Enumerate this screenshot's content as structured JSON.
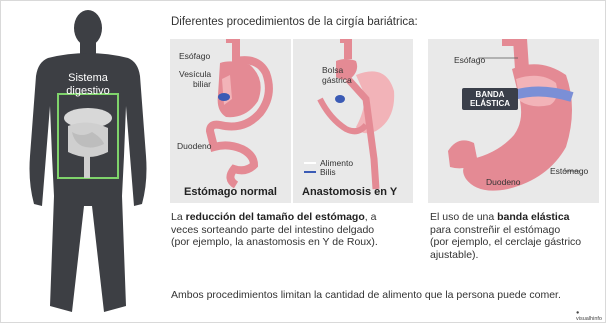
{
  "heading": "Diferentes procedimientos de la cirgía bariátrica:",
  "body_figure": {
    "label_line1": "Sistema",
    "label_line2": "digestivo"
  },
  "panel_left": {
    "labels": {
      "esofago": "Esófago",
      "vesicula_line1": "Vesícula",
      "vesicula_line2": "biliar",
      "duodeno": "Duodeno",
      "bolsa_line1": "Bolsa",
      "bolsa_line2": "gástrica",
      "alimento": "Alimento",
      "bilis": "Bilis"
    },
    "caption_normal": "Estómago normal",
    "caption_roux": "Anastomosis en Y"
  },
  "panel_right": {
    "labels": {
      "esofago": "Esófago",
      "banda_line1": "BANDA",
      "banda_line2": "ELÁSTICA",
      "duodeno": "Duodeno",
      "estomago": "Estómago"
    }
  },
  "desc_left": {
    "pre": "La ",
    "bold": "reducción del tamaño del estómago",
    "post": ", a",
    "line2": "veces sorteando parte del intestino delgado",
    "line3": "(por ejemplo, la anastomosis en Y de Roux)."
  },
  "desc_right": {
    "pre": "El uso de una ",
    "bold": "banda elástica",
    "line2": "para constreñir el estómago",
    "line3": "(por ejemplo, el cerclaje gástrico",
    "line4": "ajustable)."
  },
  "footer": "Ambos procedimientos limitan la cantidad de alimento que la persona puede comer.",
  "logo_text": "visualhinfo",
  "colors": {
    "silhouette": "#3d3f44",
    "organ_pink": "#e48a94",
    "organ_light": "#f2b3b8",
    "gallbladder": "#3b5bb5",
    "band": "#7b8fd6",
    "frame_green": "#7fd36b",
    "panel_bg": "#e9e9e9"
  }
}
